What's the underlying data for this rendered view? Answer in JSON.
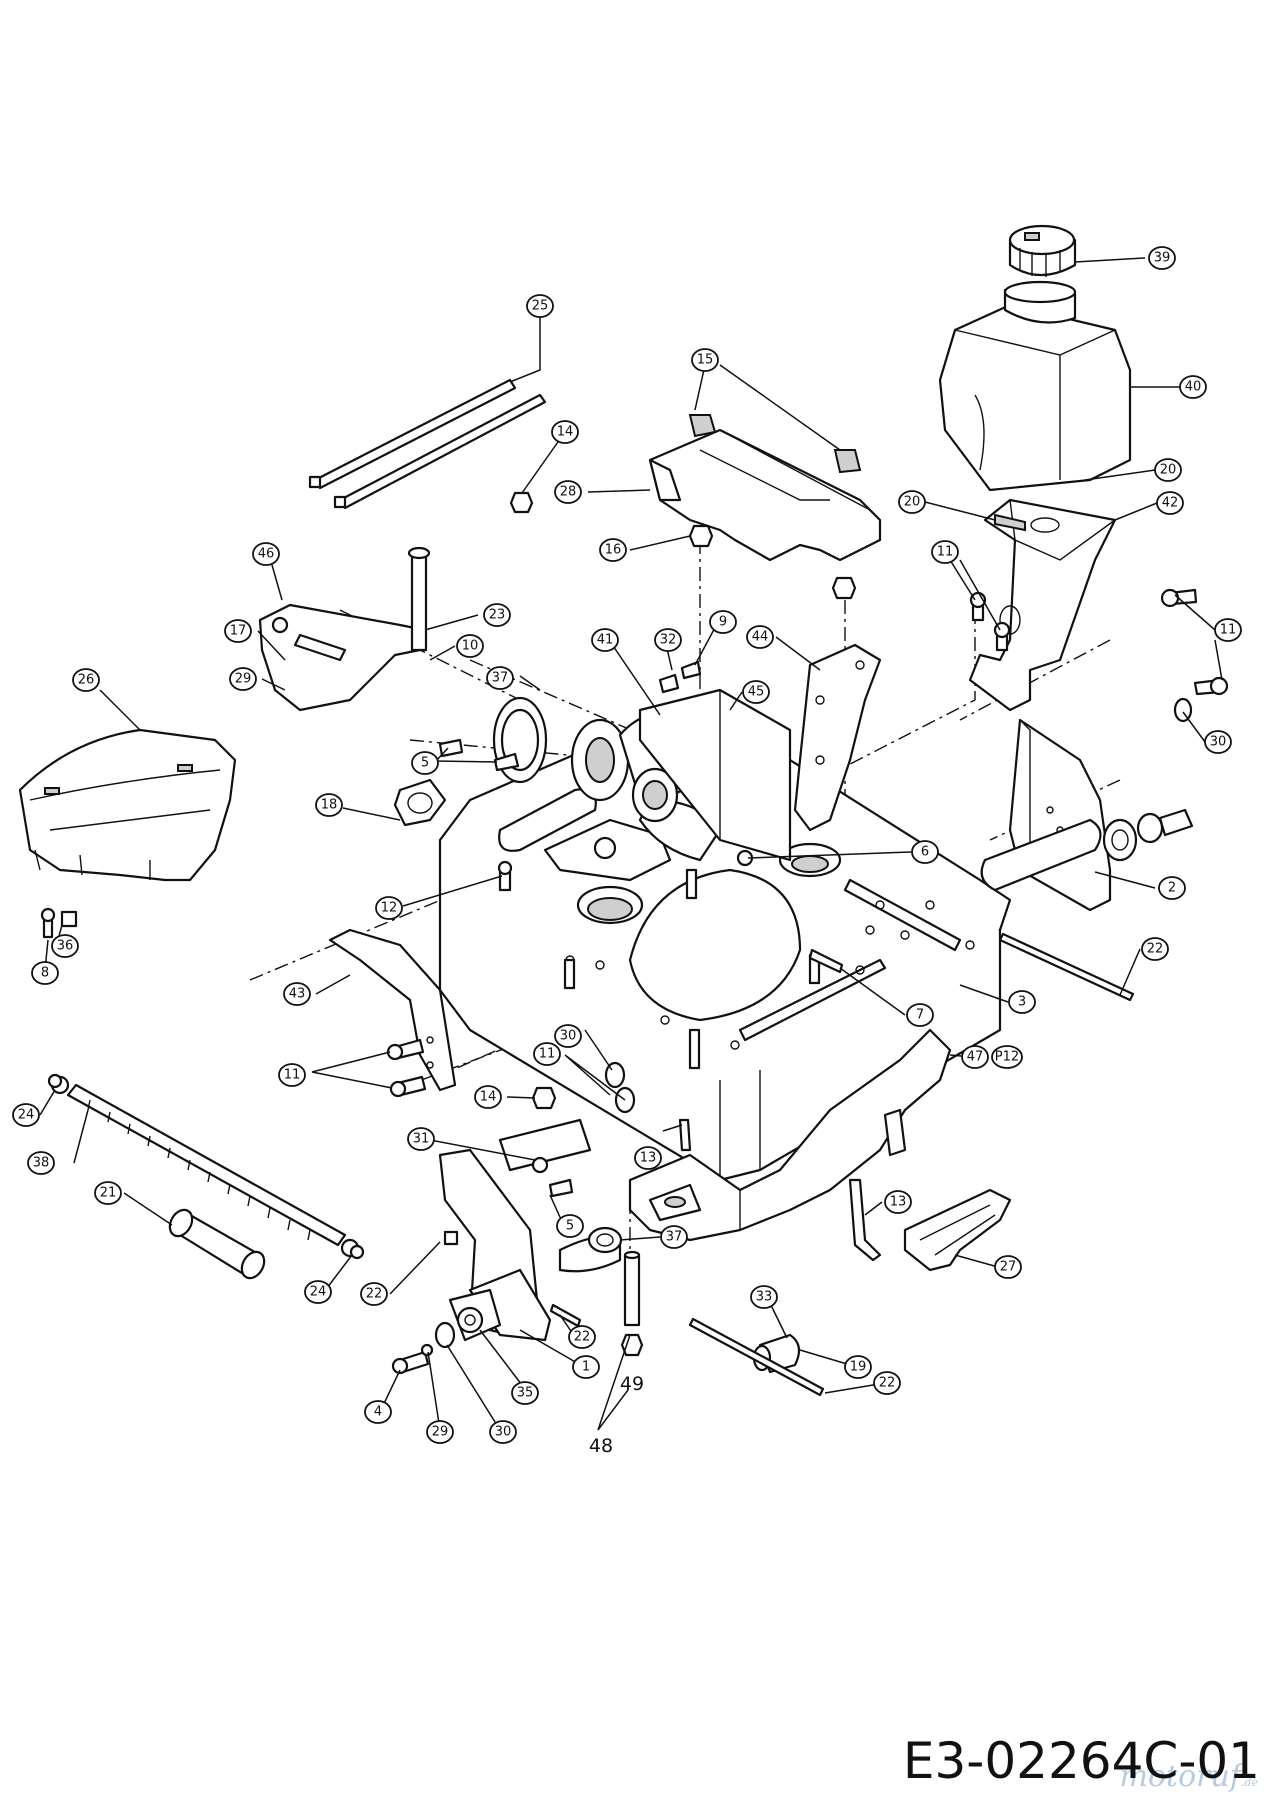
{
  "drawing_code": "E3-02264C-01",
  "watermark": {
    "brand": "motoruf",
    "tld": ".de"
  },
  "callouts": [
    {
      "id": "c39",
      "label": "39"
    },
    {
      "id": "c40",
      "label": "40"
    },
    {
      "id": "c20a",
      "label": "20"
    },
    {
      "id": "c20b",
      "label": "20"
    },
    {
      "id": "c42",
      "label": "42"
    },
    {
      "id": "c11a",
      "label": "11"
    },
    {
      "id": "c11b",
      "label": "11"
    },
    {
      "id": "c30a",
      "label": "30"
    },
    {
      "id": "c25",
      "label": "25"
    },
    {
      "id": "c14a",
      "label": "14"
    },
    {
      "id": "c15",
      "label": "15"
    },
    {
      "id": "c28",
      "label": "28"
    },
    {
      "id": "c16",
      "label": "16"
    },
    {
      "id": "c46",
      "label": "46"
    },
    {
      "id": "c23",
      "label": "23"
    },
    {
      "id": "c17",
      "label": "17"
    },
    {
      "id": "c10",
      "label": "10"
    },
    {
      "id": "c29a",
      "label": "29"
    },
    {
      "id": "c37a",
      "label": "37"
    },
    {
      "id": "c41",
      "label": "41"
    },
    {
      "id": "c32",
      "label": "32"
    },
    {
      "id": "c9",
      "label": "9"
    },
    {
      "id": "c44",
      "label": "44"
    },
    {
      "id": "c45",
      "label": "45"
    },
    {
      "id": "c26",
      "label": "26"
    },
    {
      "id": "c5a",
      "label": "5"
    },
    {
      "id": "c18",
      "label": "18"
    },
    {
      "id": "c6",
      "label": "6"
    },
    {
      "id": "c2",
      "label": "2"
    },
    {
      "id": "c12",
      "label": "12"
    },
    {
      "id": "c22a",
      "label": "22"
    },
    {
      "id": "c3",
      "label": "3"
    },
    {
      "id": "c36",
      "label": "36"
    },
    {
      "id": "c8",
      "label": "8"
    },
    {
      "id": "c43",
      "label": "43"
    },
    {
      "id": "c7",
      "label": "7"
    },
    {
      "id": "c30b",
      "label": "30"
    },
    {
      "id": "c11c",
      "label": "11"
    },
    {
      "id": "c11d",
      "label": "11"
    },
    {
      "id": "c47",
      "label": "47"
    },
    {
      "id": "cP12",
      "label": "P12"
    },
    {
      "id": "c14b",
      "label": "14"
    },
    {
      "id": "c24a",
      "label": "24"
    },
    {
      "id": "c38",
      "label": "38"
    },
    {
      "id": "c31",
      "label": "31"
    },
    {
      "id": "c13a",
      "label": "13"
    },
    {
      "id": "c13b",
      "label": "13"
    },
    {
      "id": "c21",
      "label": "21"
    },
    {
      "id": "c5b",
      "label": "5"
    },
    {
      "id": "c37b",
      "label": "37"
    },
    {
      "id": "c27",
      "label": "27"
    },
    {
      "id": "c24b",
      "label": "24"
    },
    {
      "id": "c22b",
      "label": "22"
    },
    {
      "id": "c33",
      "label": "33"
    },
    {
      "id": "c22c",
      "label": "22"
    },
    {
      "id": "c1",
      "label": "1"
    },
    {
      "id": "c35",
      "label": "35"
    },
    {
      "id": "c19",
      "label": "19"
    },
    {
      "id": "c22d",
      "label": "22"
    },
    {
      "id": "c4",
      "label": "4"
    },
    {
      "id": "c29b",
      "label": "29"
    },
    {
      "id": "c30c",
      "label": "30"
    }
  ],
  "plain_labels": [
    {
      "id": "p49",
      "label": "49"
    },
    {
      "id": "p48",
      "label": "48"
    }
  ]
}
